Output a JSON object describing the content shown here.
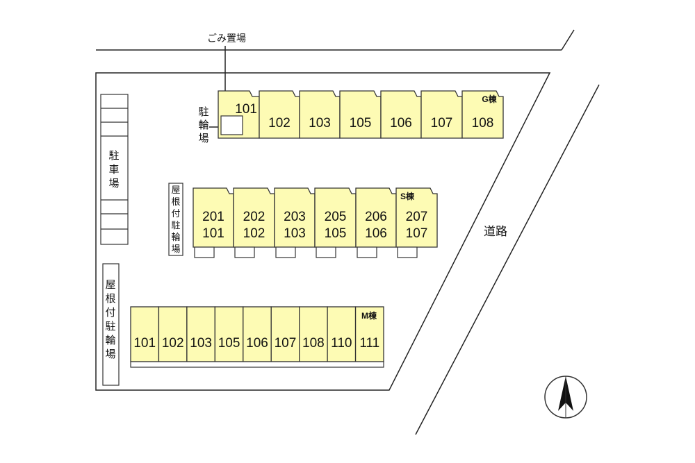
{
  "labels": {
    "garbage": "ごみ置場",
    "bicycle_parking": "駐輪場",
    "parking_lot": "駐車場",
    "covered_bicycle_parking": "屋根付駐輪場",
    "road": "道路"
  },
  "buildings": {
    "G": {
      "tag": "G棟",
      "units": [
        "101",
        "102",
        "103",
        "105",
        "106",
        "107",
        "108"
      ]
    },
    "S": {
      "tag": "S棟",
      "units": [
        {
          "upper": "201",
          "lower": "101"
        },
        {
          "upper": "202",
          "lower": "102"
        },
        {
          "upper": "203",
          "lower": "103"
        },
        {
          "upper": "205",
          "lower": "105"
        },
        {
          "upper": "206",
          "lower": "106"
        },
        {
          "upper": "207",
          "lower": "107"
        }
      ]
    },
    "M": {
      "tag": "M棟",
      "units": [
        "101",
        "102",
        "103",
        "105",
        "106",
        "107",
        "108",
        "110",
        "111"
      ]
    }
  }
}
